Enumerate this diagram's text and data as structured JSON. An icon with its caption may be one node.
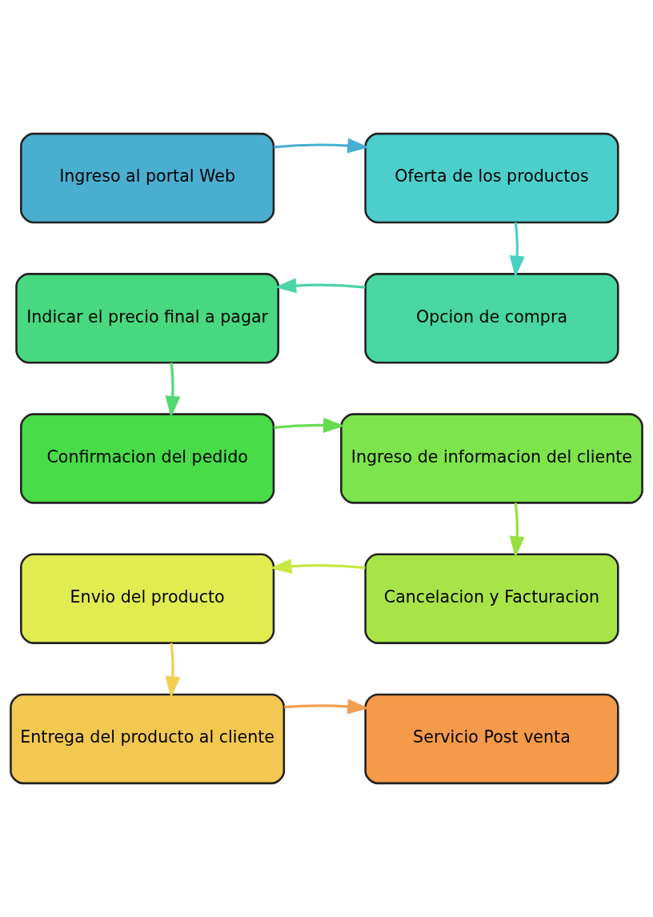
{
  "diagram": {
    "nodes": [
      {
        "text": [
          "Ingreso al portal Web"
        ]
      },
      {
        "text": [
          "Oferta de los productos"
        ]
      },
      {
        "text": [
          "Opcion de compra"
        ]
      },
      {
        "text": [
          "Indicar el precio final a pagar"
        ]
      },
      {
        "text": [
          "Confirmacion del pedido"
        ]
      },
      {
        "text": [
          "Ingreso de informacion del cliente"
        ]
      },
      {
        "text": [
          "Cancelacion y Facturacion"
        ]
      },
      {
        "text": [
          "Envio del producto"
        ]
      },
      {
        "text": [
          "Entrega del producto al cliente"
        ]
      },
      {
        "text": [
          "Servicio Post venta"
        ]
      }
    ],
    "edges": [
      {
        "from": 0,
        "to": 1,
        "arrow": "to",
        "color": "#4aaed0"
      },
      {
        "from": 1,
        "to": 2,
        "arrow": "to",
        "color": "#4cd0c4"
      },
      {
        "from": 2,
        "to": 3,
        "arrow": "to",
        "color": "#4cd4a4"
      },
      {
        "from": 3,
        "to": 4,
        "arrow": "to",
        "color": "#52d870"
      },
      {
        "from": 4,
        "to": 5,
        "arrow": "to",
        "color": "#66dc50"
      },
      {
        "from": 5,
        "to": 6,
        "arrow": "to",
        "color": "#96e040"
      },
      {
        "from": 6,
        "to": 7,
        "arrow": "to",
        "color": "#c8e844"
      },
      {
        "from": 7,
        "to": 8,
        "arrow": "to",
        "color": "#f0d050"
      },
      {
        "from": 8,
        "to": 9,
        "arrow": "to",
        "color": "#f2a050"
      }
    ]
  }
}
